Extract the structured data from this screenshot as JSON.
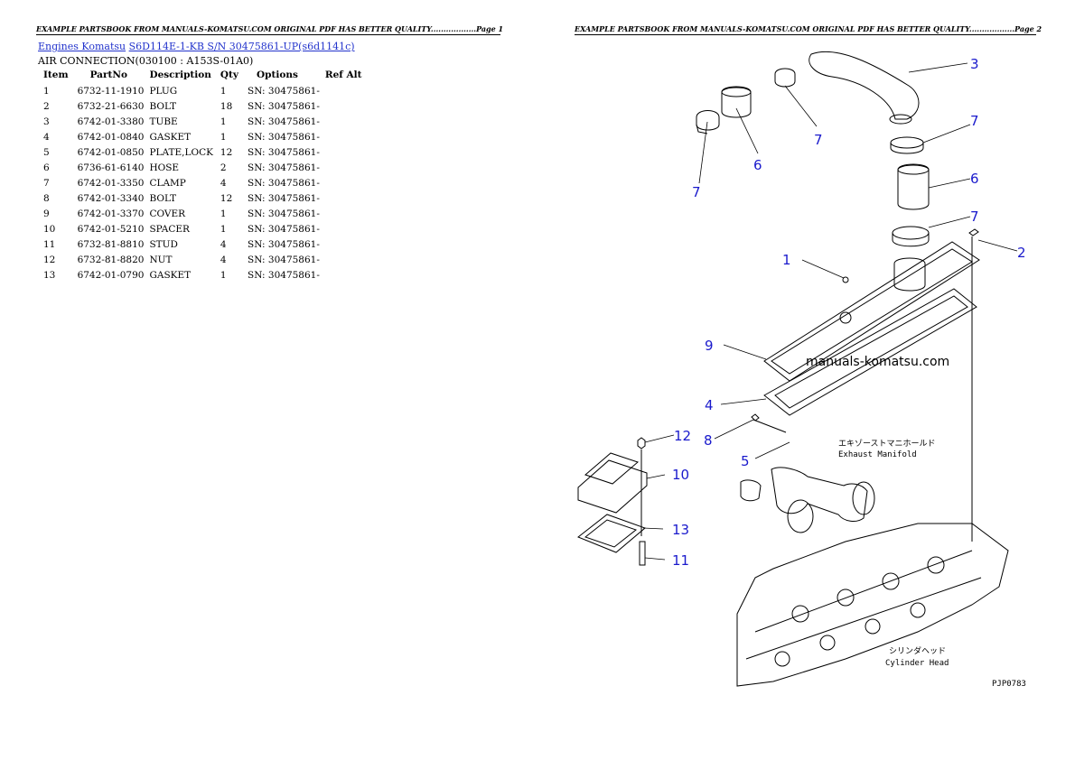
{
  "header": {
    "page1": "EXAMPLE PARTSBOOK FROM MANUALS-KOMATSU.COM ORIGINAL PDF HAS BETTER QUALITY..................Page 1",
    "page2": "EXAMPLE PARTSBOOK FROM MANUALS-KOMATSU.COM ORIGINAL PDF HAS BETTER QUALITY..................Page 2"
  },
  "breadcrumb": {
    "link1": "Engines Komatsu",
    "link2": "S6D114E-1-KB S/N  30475861-UP(s6d1141c)"
  },
  "section_title": "AIR CONNECTION(030100 : A153S-01A0)",
  "table": {
    "headers": [
      "Item",
      "PartNo",
      "Description",
      "Qty",
      "Options",
      "Ref Alt"
    ],
    "rows": [
      [
        "1",
        "6732-11-1910",
        "PLUG",
        "1",
        "SN: 30475861-",
        ""
      ],
      [
        "2",
        "6732-21-6630",
        "BOLT",
        "18",
        "SN: 30475861-",
        ""
      ],
      [
        "3",
        "6742-01-3380",
        "TUBE",
        "1",
        "SN: 30475861-",
        ""
      ],
      [
        "4",
        "6742-01-0840",
        "GASKET",
        "1",
        "SN: 30475861-",
        ""
      ],
      [
        "5",
        "6742-01-0850",
        "PLATE,LOCK",
        "12",
        "SN: 30475861-",
        ""
      ],
      [
        "6",
        "6736-61-6140",
        "HOSE",
        "2",
        "SN: 30475861-",
        ""
      ],
      [
        "7",
        "6742-01-3350",
        "CLAMP",
        "4",
        "SN: 30475861-",
        ""
      ],
      [
        "8",
        "6742-01-3340",
        "BOLT",
        "12",
        "SN: 30475861-",
        ""
      ],
      [
        "9",
        "6742-01-3370",
        "COVER",
        "1",
        "SN: 30475861-",
        ""
      ],
      [
        "10",
        "6742-01-5210",
        "SPACER",
        "1",
        "SN: 30475861-",
        ""
      ],
      [
        "11",
        "6732-81-8810",
        "STUD",
        "4",
        "SN: 30475861-",
        ""
      ],
      [
        "12",
        "6732-81-8820",
        "NUT",
        "4",
        "SN: 30475861-",
        ""
      ],
      [
        "13",
        "6742-01-0790",
        "GASKET",
        "1",
        "SN: 30475861-",
        ""
      ]
    ]
  },
  "diagram": {
    "watermark": "manuals-komatsu.com",
    "exhaust_jp": "エキゾーストマニホールド",
    "exhaust_en": "Exhaust Manifold",
    "cylinder_jp": "シリンダヘッド",
    "cylinder_en": "Cylinder Head",
    "figure_code": "PJP0783",
    "callouts": [
      "3",
      "7",
      "6",
      "7",
      "7",
      "6",
      "7",
      "2",
      "1",
      "9",
      "4",
      "8",
      "5",
      "12",
      "10",
      "13",
      "11"
    ]
  },
  "colors": {
    "link": "#2233cc",
    "callout": "#1a1acc"
  }
}
